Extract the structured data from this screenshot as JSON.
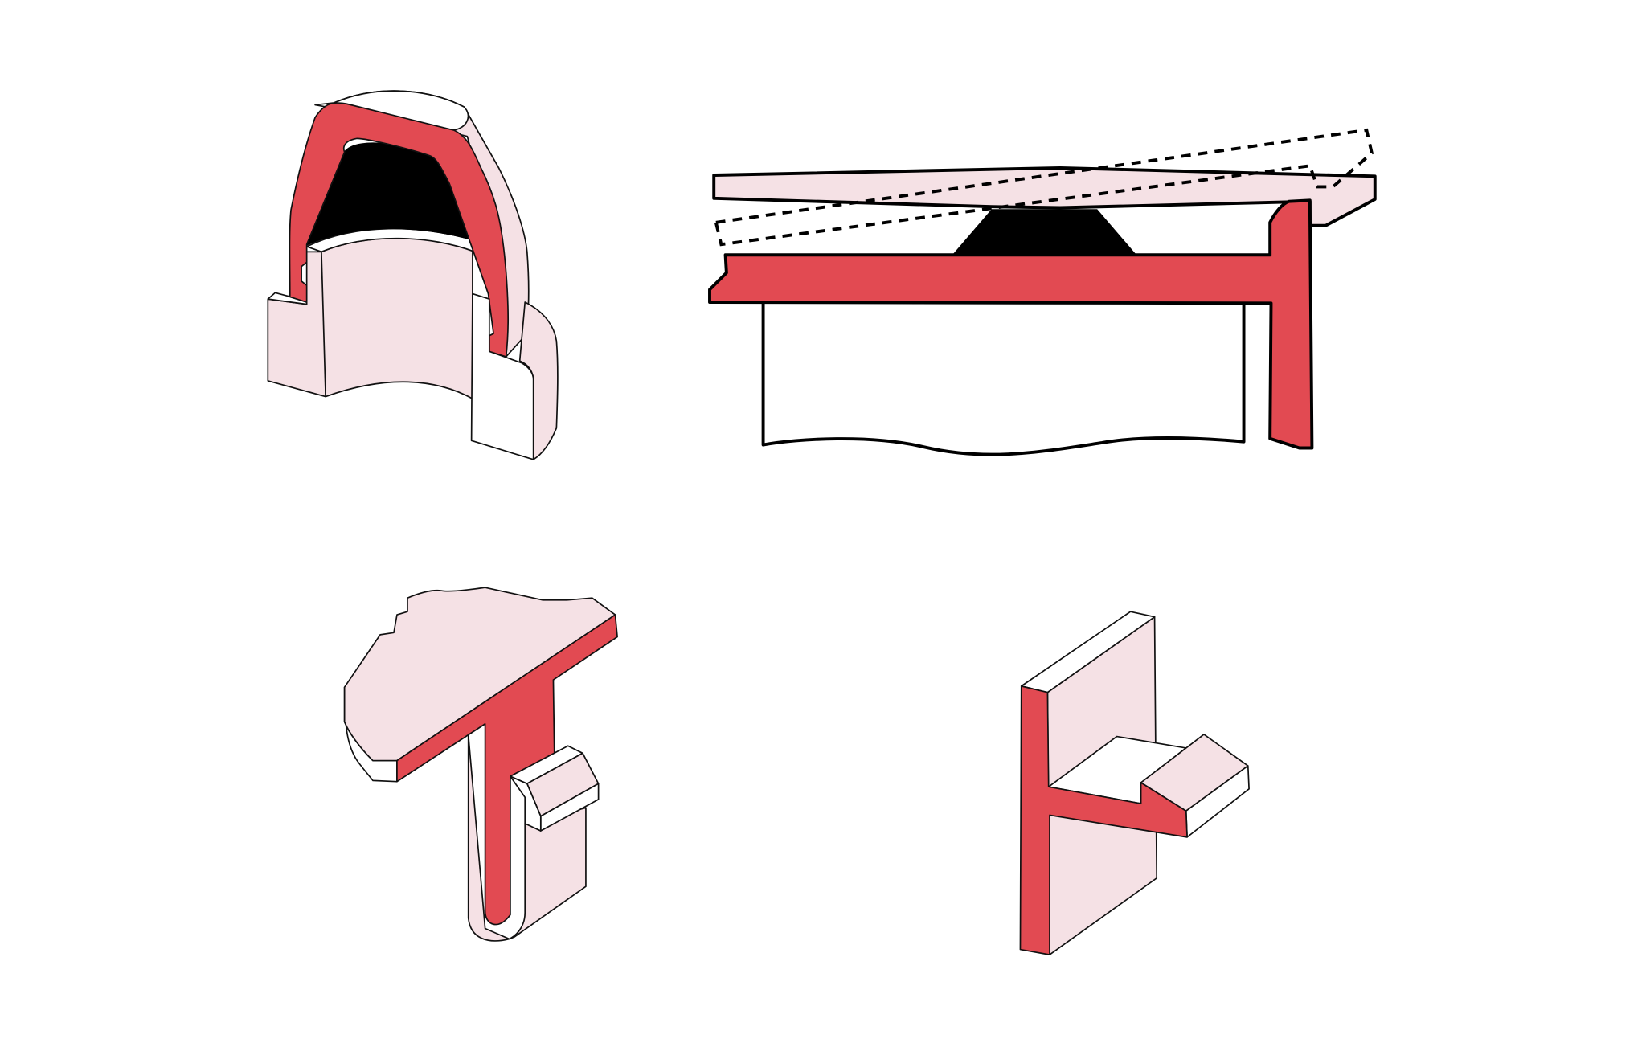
{
  "colors": {
    "section_red": "#E24A52",
    "surface_pink": "#F5E1E5",
    "outline": "#000000",
    "background": "#FFFFFF"
  },
  "figures": [
    {
      "id": "cap-section",
      "description_icon": "cutaway-cap-icon"
    },
    {
      "id": "tilting-plate-section",
      "description_icon": "pivot-section-icon"
    },
    {
      "id": "t-clip-section",
      "description_icon": "t-clip-icon"
    },
    {
      "id": "bracket-section",
      "description_icon": "bracket-icon"
    }
  ]
}
